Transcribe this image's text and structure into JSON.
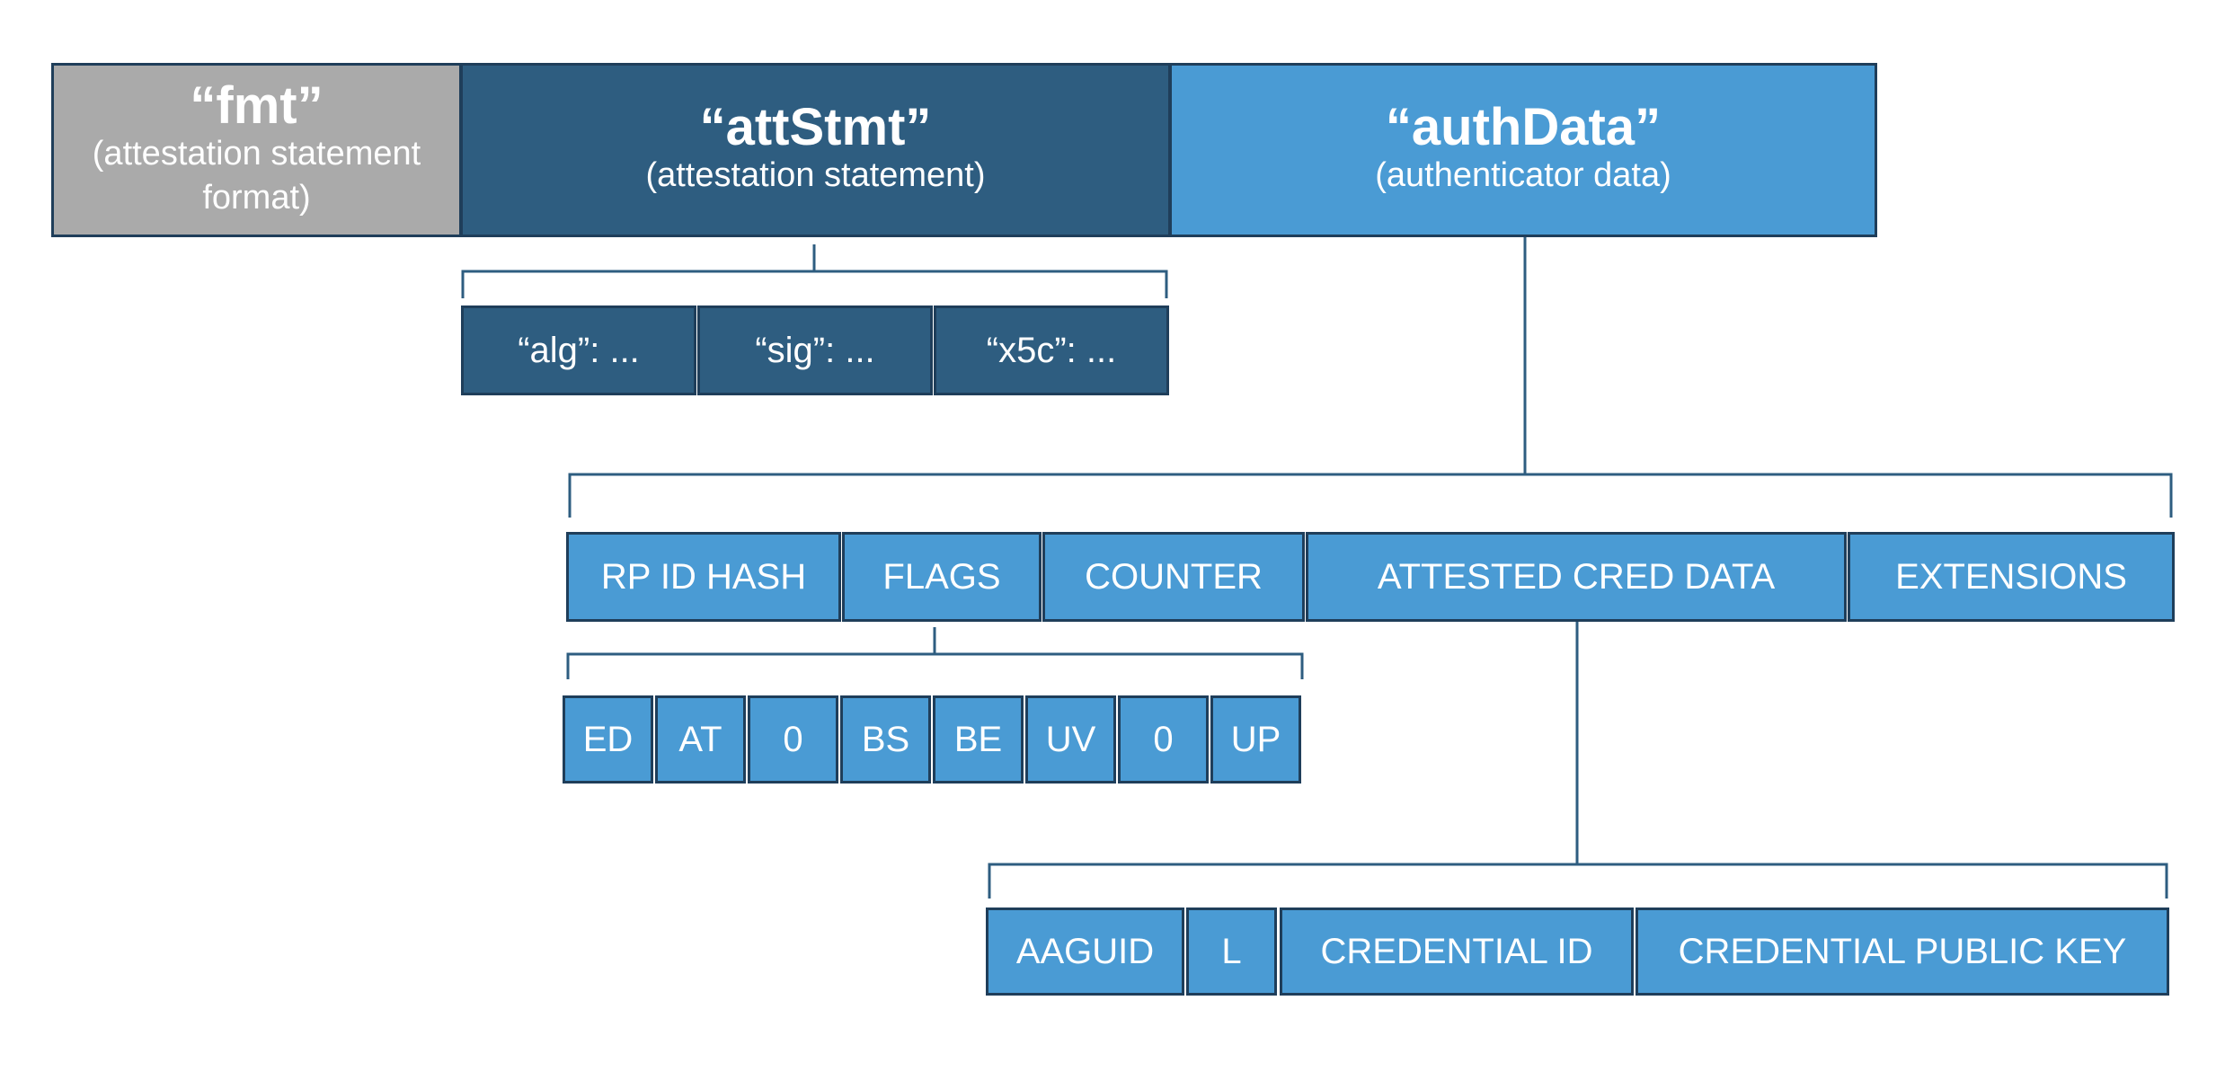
{
  "top_fields": {
    "fmt": {
      "title": "“fmt”",
      "subtitle": "(attestation statement format)"
    },
    "attStmt": {
      "title": "“attStmt”",
      "subtitle": "(attestation statement)"
    },
    "authData": {
      "title": "“authData”",
      "subtitle": "(authenticator data)"
    }
  },
  "attStmt_fields": [
    "“alg”: ...",
    "“sig”: ...",
    "“x5c”: ..."
  ],
  "authData_fields": [
    "RP ID HASH",
    "FLAGS",
    "COUNTER",
    "ATTESTED CRED DATA",
    "EXTENSIONS"
  ],
  "flag_bits": [
    "ED",
    "AT",
    "0",
    "BS",
    "BE",
    "UV",
    "0",
    "UP"
  ],
  "attested_cred_fields": [
    "AAGUID",
    "L",
    "CREDENTIAL ID",
    "CREDENTIAL PUBLIC KEY"
  ],
  "colors": {
    "gray": "#aaaaaa",
    "dark_blue": "#2e5d80",
    "light_blue": "#4a9bd4",
    "border": "#1f3e5a",
    "text": "#ffffff"
  }
}
